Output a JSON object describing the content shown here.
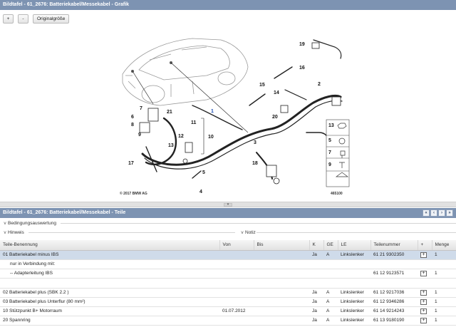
{
  "top_panel": {
    "title": "Bildtafel - 61_2676: Batteriekabel/Messekabel - Grafik"
  },
  "toolbar": {
    "zoom_in": "+",
    "zoom_out": "-",
    "original_size": "Originalgröße"
  },
  "graphic": {
    "copyright": "© 2017 BMW AG",
    "drawing_id": "465100",
    "callouts": [
      "1",
      "2",
      "3",
      "4",
      "5",
      "6",
      "7",
      "8",
      "9",
      "10",
      "11",
      "12",
      "13",
      "14",
      "15",
      "16",
      "17",
      "18",
      "19",
      "20",
      "21"
    ],
    "legend": [
      "13",
      "5",
      "7",
      "9"
    ]
  },
  "bottom_panel": {
    "title": "Bildtafel - 61_2676: Batteriekabel/Messekabel - Teile"
  },
  "nav": {
    "first": "«",
    "prev": "‹",
    "next": "›",
    "last": "»"
  },
  "filters": {
    "condition_eval": "Bedingungsauswertung",
    "notes": "Hinweis",
    "memo": "Notiz"
  },
  "table": {
    "headers": [
      "Teile-Benennung",
      "Von",
      "Bis",
      "K",
      "GE",
      "LE",
      "Teilenummer",
      "+",
      "Menge"
    ],
    "rows": [
      {
        "name": "01 Batteriekabel minus IBS",
        "von": "",
        "bis": "",
        "k": "Ja",
        "ge": "A",
        "le": "Linkslenker",
        "pn": "61 21 9302350",
        "plus": true,
        "qty": "1",
        "selected": true
      },
      {
        "name": "nur in Verbindung mit:",
        "von": "",
        "bis": "",
        "k": "",
        "ge": "",
        "le": "",
        "pn": "",
        "plus": false,
        "qty": "",
        "indent": true
      },
      {
        "name": "-- Adapterleitung IBS",
        "von": "",
        "bis": "",
        "k": "",
        "ge": "",
        "le": "",
        "pn": "61 12 9123571",
        "plus": true,
        "qty": "1",
        "indent": true
      },
      {
        "name": "",
        "von": "",
        "bis": "",
        "k": "",
        "ge": "",
        "le": "",
        "pn": "",
        "plus": false,
        "qty": ""
      },
      {
        "name": "02 Batteriekabel plus (SBK 2.2 )",
        "von": "",
        "bis": "",
        "k": "Ja",
        "ge": "A",
        "le": "Linkslenker",
        "pn": "61 12 9217036",
        "plus": true,
        "qty": "1"
      },
      {
        "name": "03 Batteriekabel plus Unterflur (80 mm²)",
        "von": "",
        "bis": "",
        "k": "Ja",
        "ge": "A",
        "le": "Linkslenker",
        "pn": "61 12 9346286",
        "plus": true,
        "qty": "1"
      },
      {
        "name": "10 Stützpunkt B+ Motorraum",
        "von": "01.07.2012",
        "bis": "",
        "k": "Ja",
        "ge": "A",
        "le": "Linkslenker",
        "pn": "61 14 9214243",
        "plus": true,
        "qty": "1"
      },
      {
        "name": "20 Spannring",
        "von": "",
        "bis": "",
        "k": "Ja",
        "ge": "A",
        "le": "Linkslenker",
        "pn": "61 13 9180190",
        "plus": true,
        "qty": "1"
      }
    ]
  }
}
